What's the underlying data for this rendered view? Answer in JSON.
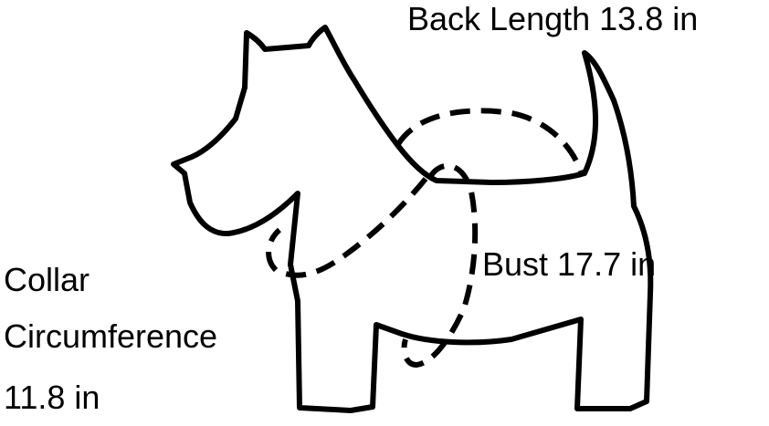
{
  "measurements": {
    "back_length": "Back Length 13.8 in",
    "bust": "Bust 17.7 in",
    "collar_line1": "Collar",
    "collar_line2": "Circumference",
    "collar_line3": "11.8 in"
  },
  "colors": {
    "outline": "#000000",
    "background": "#ffffff"
  }
}
